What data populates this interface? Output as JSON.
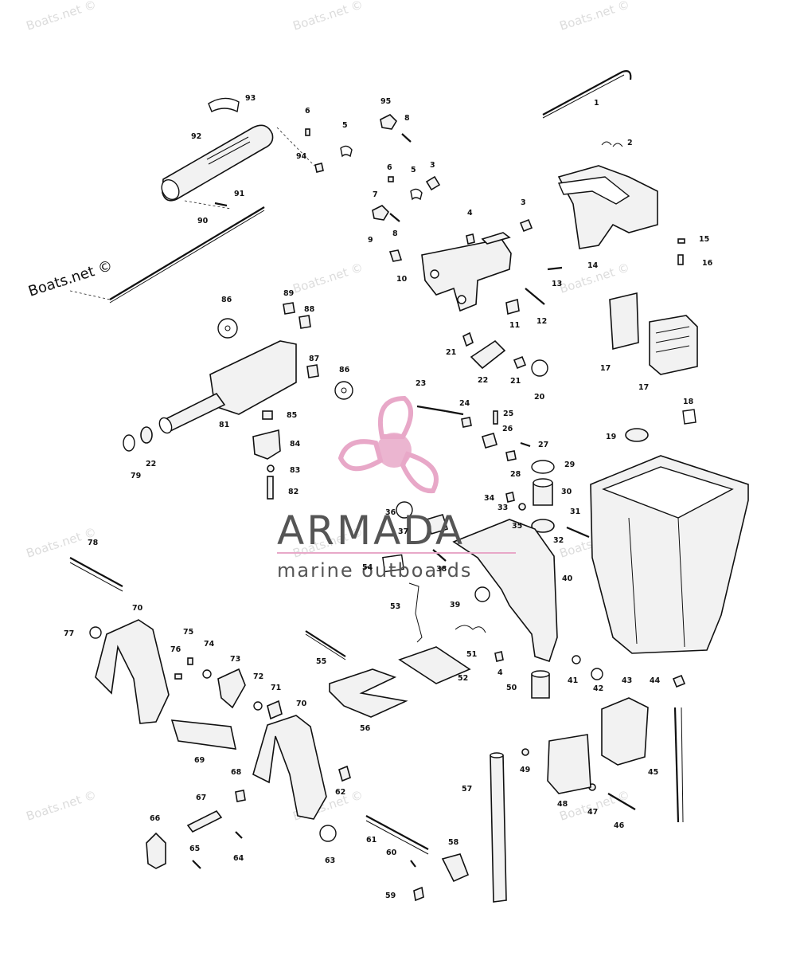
{
  "watermark": {
    "site": "Boats.net ©",
    "site_strong": "Boats.net ©"
  },
  "brand": {
    "name": "ARMADA",
    "tagline": "marine outboards",
    "accent_color": "#e8a8c8"
  },
  "callouts": [
    "1",
    "2",
    "3",
    "3",
    "4",
    "4",
    "5",
    "5",
    "6",
    "6",
    "7",
    "8",
    "8",
    "9",
    "10",
    "11",
    "12",
    "13",
    "14",
    "15",
    "16",
    "17",
    "17",
    "18",
    "19",
    "20",
    "21",
    "21",
    "22",
    "22",
    "23",
    "24",
    "25",
    "26",
    "27",
    "28",
    "29",
    "30",
    "31",
    "32",
    "33",
    "34",
    "35",
    "36",
    "37",
    "38",
    "39",
    "40",
    "41",
    "42",
    "43",
    "44",
    "45",
    "46",
    "47",
    "48",
    "49",
    "50",
    "51",
    "52",
    "53",
    "54",
    "55",
    "56",
    "57",
    "58",
    "59",
    "60",
    "61",
    "62",
    "63",
    "64",
    "65",
    "66",
    "67",
    "68",
    "69",
    "70",
    "70",
    "71",
    "72",
    "73",
    "74",
    "75",
    "76",
    "77",
    "78",
    "79",
    "81",
    "82",
    "83",
    "84",
    "85",
    "86",
    "86",
    "87",
    "88",
    "89",
    "90",
    "91",
    "92",
    "93",
    "94",
    "95"
  ]
}
